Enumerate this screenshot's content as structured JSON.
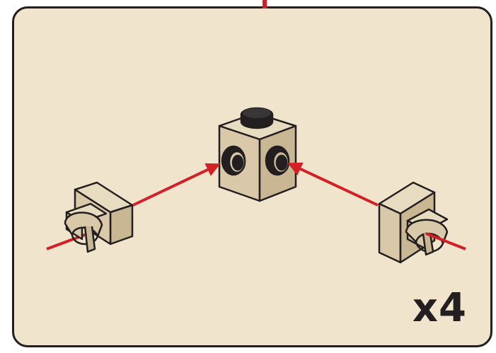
{
  "panel": {
    "background_color": "#f1e4cc",
    "border_color": "#231f20"
  },
  "quantity_label": "x4",
  "parts": {
    "center": "brick-1x1-with-studs-on-sides",
    "left": "plate-1x1-with-clip",
    "right": "plate-1x1-with-clip",
    "brick_color": "#d9c9a8"
  },
  "arrows": {
    "color": "#d32027",
    "items": [
      "top-assembly-line",
      "left-attach-arrow",
      "right-attach-arrow",
      "left-insert-line",
      "right-insert-line"
    ]
  }
}
